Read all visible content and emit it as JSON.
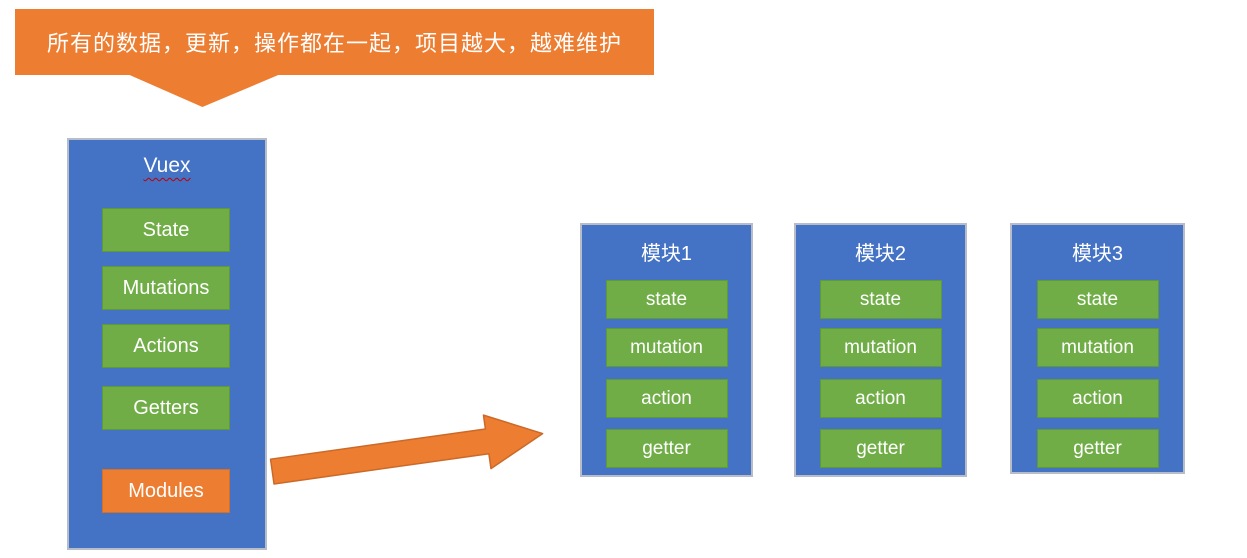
{
  "colors": {
    "orange": "#ED7D31",
    "blue": "#4472C4",
    "green": "#70AD47",
    "green_border": "#5F9A39",
    "box_border": "#B6BDC9",
    "text": "#FFFFFF",
    "spellcheck_underline": "#C00000"
  },
  "callout": {
    "text": "所有的数据，更新，操作都在一起，项目越大，越难维护"
  },
  "vuex": {
    "title": "Vuex",
    "items": [
      {
        "label": "State"
      },
      {
        "label": "Mutations"
      },
      {
        "label": "Actions"
      },
      {
        "label": "Getters"
      },
      {
        "label": "Modules"
      }
    ]
  },
  "modules": [
    {
      "title": "模块1",
      "items": [
        "state",
        "mutation",
        "action",
        "getter"
      ]
    },
    {
      "title": "模块2",
      "items": [
        "state",
        "mutation",
        "action",
        "getter"
      ]
    },
    {
      "title": "模块3",
      "items": [
        "state",
        "mutation",
        "action",
        "getter"
      ]
    }
  ]
}
